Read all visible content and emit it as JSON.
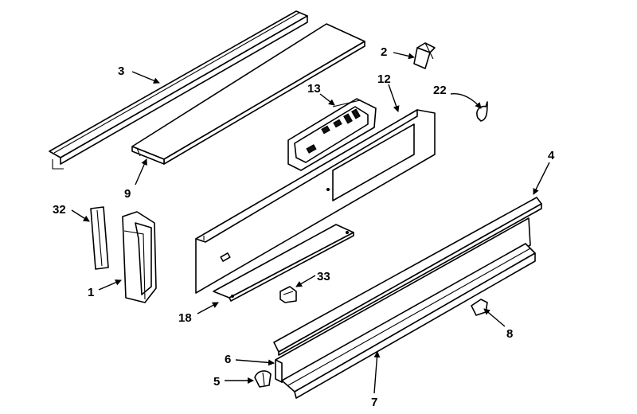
{
  "callouts": [
    {
      "id": "p3",
      "label": "3"
    },
    {
      "id": "p9",
      "label": "9"
    },
    {
      "id": "p2",
      "label": "2"
    },
    {
      "id": "p22",
      "label": "22"
    },
    {
      "id": "p13",
      "label": "13"
    },
    {
      "id": "p12",
      "label": "12"
    },
    {
      "id": "p32",
      "label": "32"
    },
    {
      "id": "p1",
      "label": "1"
    },
    {
      "id": "p33",
      "label": "33"
    },
    {
      "id": "p18",
      "label": "18"
    },
    {
      "id": "p4",
      "label": "4"
    },
    {
      "id": "p8",
      "label": "8"
    },
    {
      "id": "p6",
      "label": "6"
    },
    {
      "id": "p5",
      "label": "5"
    },
    {
      "id": "p7",
      "label": "7"
    }
  ]
}
